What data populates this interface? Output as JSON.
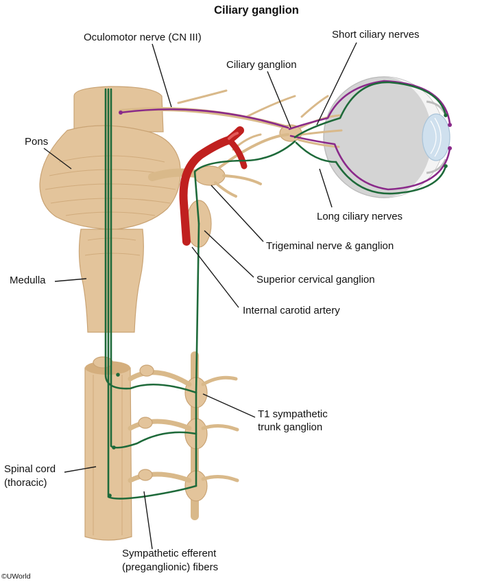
{
  "title": "Ciliary ganglion",
  "credit": "©UWorld",
  "labels": {
    "oculomotor_nerve": "Oculomotor nerve (CN III)",
    "short_ciliary_nerves": "Short ciliary nerves",
    "ciliary_ganglion": "Ciliary ganglion",
    "pons": "Pons",
    "long_ciliary_nerves": "Long ciliary nerves",
    "trigeminal": "Trigeminal nerve & ganglion",
    "medulla": "Medulla",
    "superior_cervical_ganglion": "Superior cervical ganglion",
    "internal_carotid_artery": "Internal carotid artery",
    "t1_line1": "T1 sympathetic",
    "t1_line2": "trunk ganglion",
    "spinal_cord_line1": "Spinal cord",
    "spinal_cord_line2": "(thoracic)",
    "efferent_line1": "Sympathetic efferent",
    "efferent_line2": "(preganglionic) fibers"
  },
  "colors": {
    "sympathetic_pathway": "#1e6a3a",
    "parasympathetic_pathway": "#8a2a8a",
    "tissue": "#e3c49b",
    "artery": "#c0201f",
    "eyeball": "#e6e6e6"
  }
}
